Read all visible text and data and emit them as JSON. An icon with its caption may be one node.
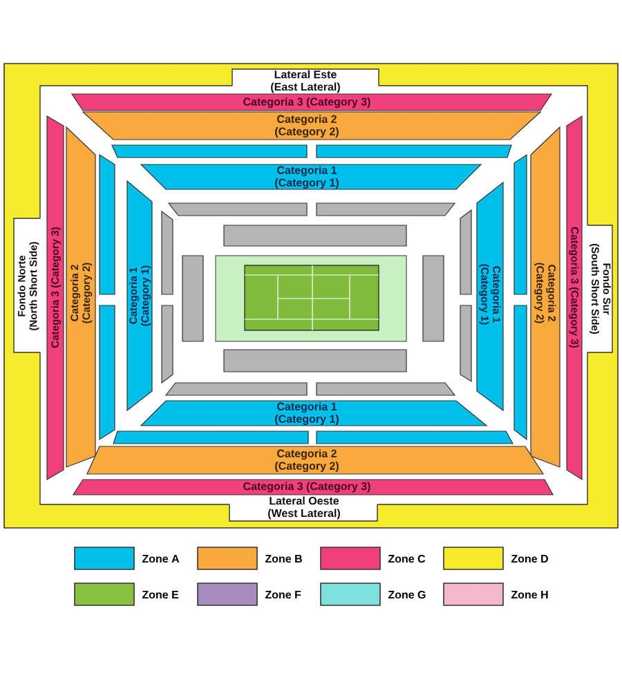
{
  "diagram": {
    "nodes": [
      {
        "text": [
          "Lateral Este",
          "(East Lateral)"
        ]
      },
      {
        "text": [
          "Categoria 3 (Category 3)"
        ]
      },
      {
        "text": [
          "Categoria 2",
          "(Category 2)"
        ]
      },
      {
        "text": [],
        "shape": "box"
      },
      {
        "text": [],
        "shape": "box"
      },
      {
        "text": [
          "Categoria 1",
          "(Category 1)"
        ]
      },
      {
        "text": [],
        "shape": "box"
      },
      {
        "text": [],
        "shape": "box"
      },
      {
        "text": [],
        "shape": "box"
      },
      {
        "text": [
          "Fondo Norte",
          "(North Short Side)"
        ]
      },
      {
        "text": [
          "Categoria 3 (Category 3)"
        ]
      },
      {
        "text": [
          "Categoria 2",
          "(Category 2)"
        ]
      },
      {
        "text": [],
        "shape": "box"
      },
      {
        "text": [],
        "shape": "box"
      },
      {
        "text": [
          "Categoria 1",
          "(Category 1)"
        ]
      },
      {
        "text": [],
        "shape": "box"
      },
      {
        "text": [],
        "shape": "box"
      },
      {
        "text": [],
        "shape": "box"
      },
      {
        "text": [],
        "shape": "box"
      },
      {
        "text": [],
        "shape": "box"
      },
      {
        "text": [],
        "shape": "box"
      },
      {
        "text": [
          "Categoria 1",
          "(Category 1)"
        ]
      },
      {
        "text": [],
        "shape": "box"
      },
      {
        "text": [],
        "shape": "box"
      },
      {
        "text": [
          "Categoria 2",
          "(Category 2)"
        ]
      },
      {
        "text": [
          "Categoria 3 (Category 3)"
        ]
      },
      {
        "text": [
          "Fondo Sur",
          "(South Short Side)"
        ]
      },
      {
        "text": [],
        "shape": "box"
      },
      {
        "text": [],
        "shape": "box"
      },
      {
        "text": [],
        "shape": "box"
      },
      {
        "text": [
          "Categoria 1",
          "(Category 1)"
        ]
      },
      {
        "text": [],
        "shape": "box"
      },
      {
        "text": [],
        "shape": "box"
      },
      {
        "text": [
          "Categoria 2",
          "(Category 2)"
        ]
      },
      {
        "text": [
          "Categoria 3 (Category 3)"
        ]
      },
      {
        "text": [
          "Lateral Oeste",
          "(West Lateral)"
        ]
      }
    ],
    "legend": [
      {
        "text": "Zone A",
        "color": "#00bfe8"
      },
      {
        "text": "Zone B",
        "color": "#f8aa40"
      },
      {
        "text": "Zone C",
        "color": "#f0407c"
      },
      {
        "text": "Zone D",
        "color": "#f6ec2c"
      },
      {
        "text": "Zone E",
        "color": "#88c040"
      },
      {
        "text": "Zone F",
        "color": "#a88cc0"
      },
      {
        "text": "Zone G",
        "color": "#80e0dc"
      },
      {
        "text": "Zone H",
        "color": "#f4b8cc"
      }
    ]
  }
}
